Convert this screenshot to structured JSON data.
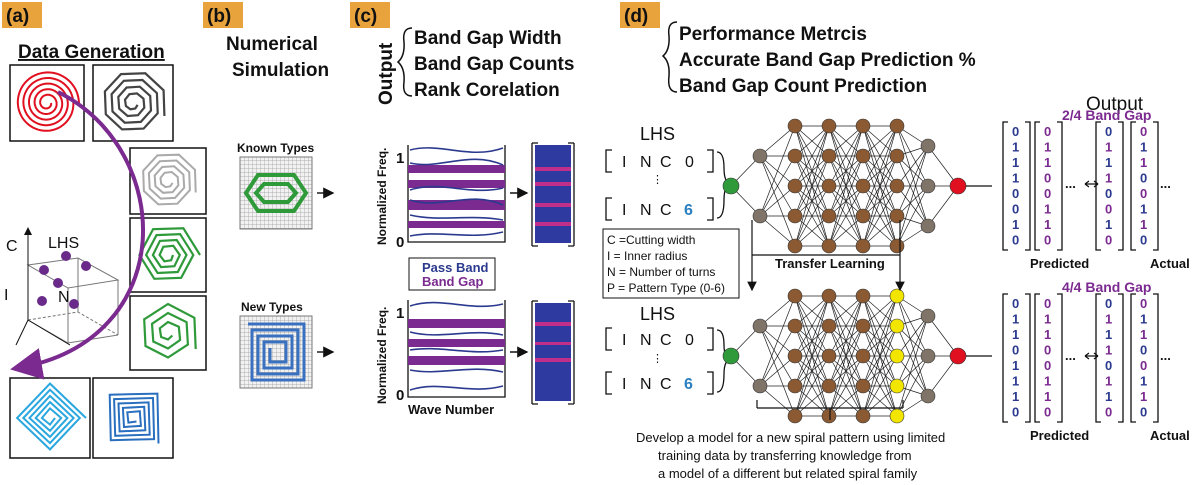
{
  "panels": {
    "a": {
      "tag": "(a)",
      "title": "Data Generation",
      "lhs": "LHS",
      "axes": [
        "C",
        "I",
        "N"
      ]
    },
    "b": {
      "tag": "(b)",
      "title_line1": "Numerical",
      "title_line2": "Simulation",
      "known": "Known Types",
      "new": "New Types"
    },
    "c": {
      "tag": "(c)",
      "output_label": "Output",
      "outputs": [
        "Band Gap Width",
        "Band Gap Counts",
        "Rank Corelation"
      ],
      "ylabel": "Normalized Freq.",
      "y_top": "1",
      "y_bottom": "0",
      "legend_pass": "Pass Band",
      "legend_gap": "Band Gap",
      "xlabel": "Wave Number"
    },
    "d": {
      "tag": "(d)",
      "metrics": [
        "Performance Metrcis",
        "Accurate Band Gap Prediction %",
        "Band Gap Count Prediction"
      ],
      "lhs": "LHS",
      "input_letters": [
        "I",
        "N",
        "C"
      ],
      "input_first": "0",
      "input_last": "6",
      "legend_lines": [
        "C =Cutting width",
        "I = Inner radius",
        "N = Number of turns",
        "P = Pattern Type (0-6)"
      ],
      "transfer": "Transfer Learning",
      "output_title": "Output",
      "gap_top": "2/4 Band Gap",
      "gap_bottom": "4/4 Band Gap",
      "predicted": "Predicted",
      "actual": "Actual",
      "ellipsis": "...",
      "vectors_top": [
        [
          "0",
          "1",
          "1",
          "1",
          "0",
          "0",
          "1",
          "0"
        ],
        [
          "0",
          "1",
          "1",
          "0",
          "0",
          "1",
          "1",
          "0"
        ],
        [
          "0",
          "1",
          "1",
          "1",
          "0",
          "0",
          "1",
          "0"
        ],
        [
          "0",
          "1",
          "1",
          "0",
          "0",
          "1",
          "1",
          "0"
        ]
      ],
      "vectors_bottom": [
        [
          "0",
          "1",
          "1",
          "0",
          "1",
          "1",
          "1",
          "0"
        ],
        [
          "0",
          "1",
          "1",
          "0",
          "0",
          "1",
          "1",
          "0"
        ],
        [
          "0",
          "1",
          "1",
          "1",
          "0",
          "1",
          "1",
          "0"
        ],
        [
          "0",
          "1",
          "1",
          "0",
          "0",
          "1",
          "1",
          "0"
        ]
      ],
      "caption": [
        "Develop a  model for a new spiral pattern using limited",
        "training data by transferring knowledge from",
        "a model of a different but related spiral family"
      ]
    }
  },
  "colors": {
    "tag": "#e8a33d",
    "purple": "#7b2a8f",
    "navy": "#2b3a8f",
    "green": "#2f9a3a",
    "red": "#e01020",
    "brown": "#8b5a32",
    "gray": "#807468",
    "yellow": "#f2e600",
    "blue": "#2aa7df"
  }
}
